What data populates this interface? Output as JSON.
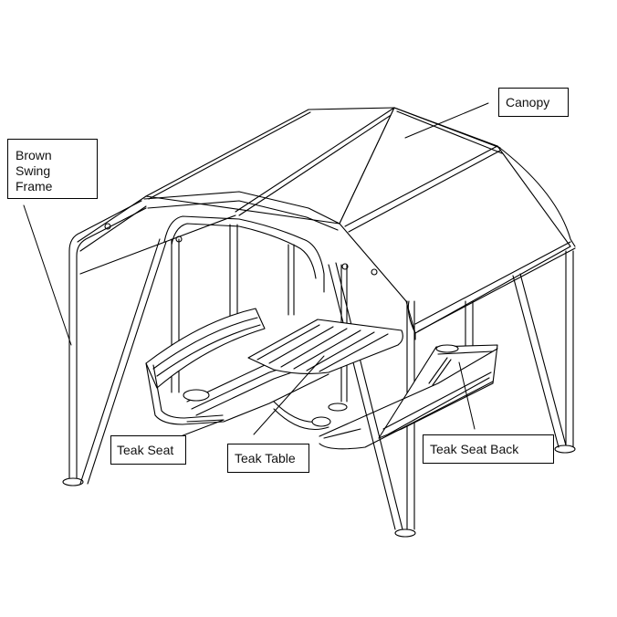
{
  "diagram": {
    "subject": "Canopy swing with teak seats and table (isometric line drawing)",
    "labels": [
      {
        "id": "brown-swing-frame",
        "text": "Brown\nSwing\nFrame",
        "lines": [
          "Brown",
          "Swing",
          "Frame"
        ]
      },
      {
        "id": "canopy",
        "text": "Canopy"
      },
      {
        "id": "teak-seat",
        "text": "Teak Seat"
      },
      {
        "id": "teak-table",
        "text": "Teak Table"
      },
      {
        "id": "teak-seat-back",
        "text": "Teak Seat Back"
      }
    ],
    "colors": {
      "line": "#000000",
      "background": "#ffffff"
    }
  }
}
